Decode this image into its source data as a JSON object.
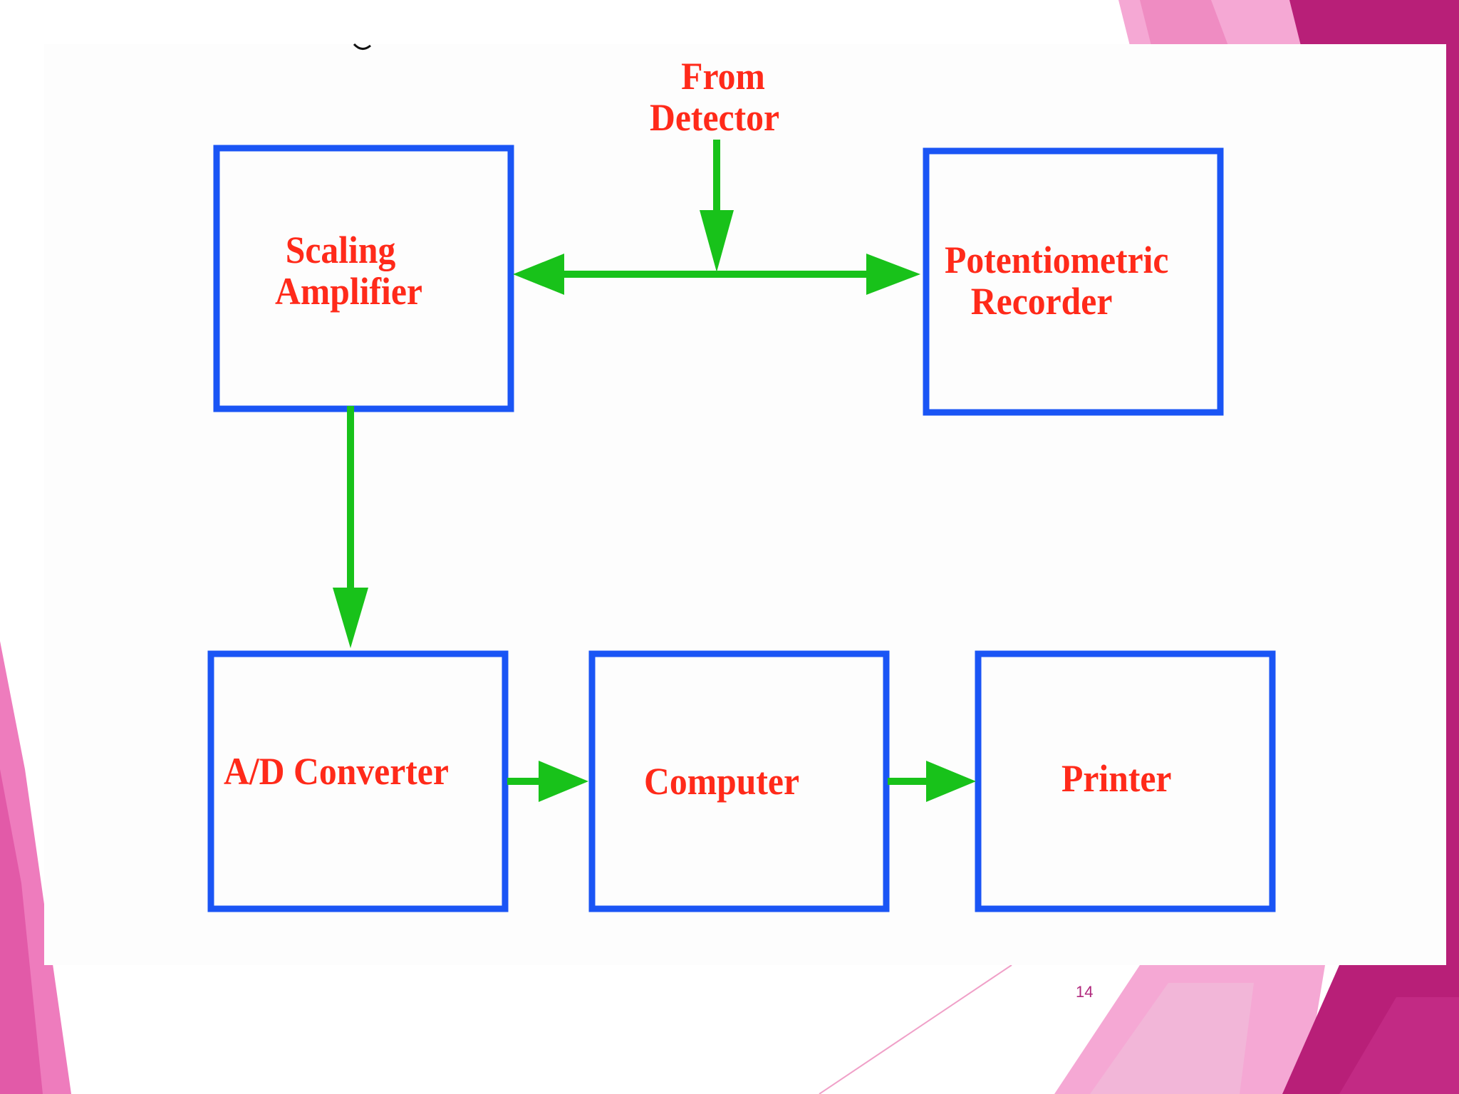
{
  "slide": {
    "page_number": "14",
    "colors": {
      "box_border": "#1a55f5",
      "arrow": "#18c21a",
      "label_text": "#ff2a1a",
      "decor_light": "#f5a8d4",
      "decor_mid": "#ef8cc2",
      "decor_dark": "#b81f78"
    }
  },
  "diagram": {
    "source_label": {
      "line1": "From",
      "line2": "Detector"
    },
    "nodes": {
      "scaling_amplifier": {
        "line1": "Scaling",
        "line2": "Amplifier"
      },
      "potentiometric_recorder": {
        "line1": "Potentiometric",
        "line2": "Recorder"
      },
      "ad_converter": {
        "line1": "A/D Converter"
      },
      "computer": {
        "line1": "Computer"
      },
      "printer": {
        "line1": "Printer"
      }
    },
    "edges": [
      {
        "from": "From Detector",
        "to": "Scaling Amplifier"
      },
      {
        "from": "From Detector",
        "to": "Potentiometric Recorder"
      },
      {
        "from": "Scaling Amplifier",
        "to": "A/D Converter"
      },
      {
        "from": "A/D Converter",
        "to": "Computer"
      },
      {
        "from": "Computer",
        "to": "Printer"
      }
    ]
  }
}
